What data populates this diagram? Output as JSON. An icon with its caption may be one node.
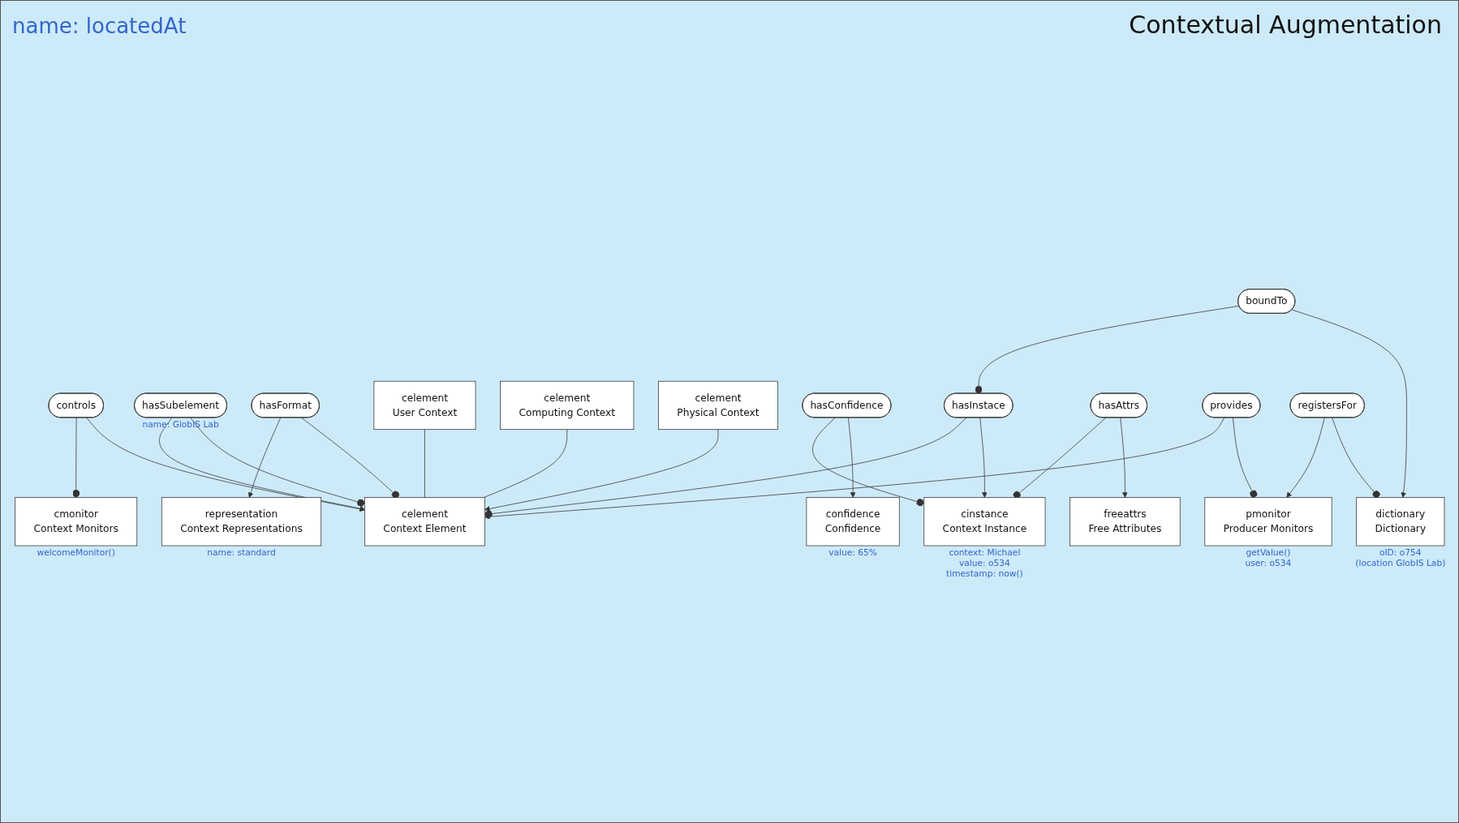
{
  "diagram": {
    "title": "Contextual Augmentation",
    "nodes": [
      {
        "text": [
          "cmonitor",
          "Context Monitors"
        ],
        "beside": [
          "welcomeMonitor()"
        ]
      },
      {
        "text": [
          "representation",
          "Context Representations"
        ],
        "beside": [
          "name: standard"
        ]
      },
      {
        "text": [
          "controls"
        ]
      },
      {
        "text": [
          "hasSubelement"
        ],
        "beside": [
          "name: GlobIS Lab"
        ]
      },
      {
        "text": [
          "hasFormat"
        ]
      },
      {
        "text": [
          "celement",
          "User Context"
        ]
      },
      {
        "text": [
          "celement",
          "Computing Context"
        ]
      },
      {
        "text": [
          "celement",
          "Physical Context"
        ]
      },
      {
        "text": [
          "hasConfidence"
        ]
      },
      {
        "text": [
          "confidence",
          "Confidence"
        ],
        "beside": [
          "value: 65%"
        ]
      },
      {
        "text": [
          "celement",
          "Context Element"
        ]
      },
      {
        "text": [
          "hasInstace"
        ]
      },
      {
        "text": [
          "cinstance",
          "Context Instance"
        ],
        "beside": [
          "context: Michael",
          "value: o534",
          "timestamp: now()"
        ]
      },
      {
        "text": [
          "hasAttrs"
        ]
      },
      {
        "text": [
          "freeattrs",
          "Free Attributes"
        ]
      },
      {
        "text": [
          "provides"
        ]
      },
      {
        "text": [
          "boundTo"
        ]
      },
      {
        "text": [
          "pmonitor",
          "Producer Monitors"
        ],
        "beside": [
          "getValue()",
          "user: o534"
        ]
      },
      {
        "text": [
          "registersFor"
        ]
      },
      {
        "text": [
          "dictionary",
          "Dictionary"
        ],
        "beside": [
          "oID: o754",
          "(location GlobIS Lab)"
        ]
      }
    ],
    "edges": [
      {
        "from": 2,
        "to": 0,
        "arrow": "other"
      },
      {
        "from": 2,
        "to": 10,
        "arrow": "to"
      },
      {
        "from": 3,
        "to": 10,
        "arrow": "to"
      },
      {
        "from": 3,
        "to": 10,
        "arrow": "other"
      },
      {
        "from": 4,
        "to": 1,
        "arrow": "to"
      },
      {
        "from": 4,
        "to": 10,
        "arrow": "other"
      },
      {
        "from": 5,
        "to": 10,
        "arrow": "none"
      },
      {
        "from": 6,
        "to": 10,
        "arrow": "none"
      },
      {
        "from": 7,
        "to": 10,
        "arrow": "to"
      },
      {
        "from": 11,
        "to": 10,
        "arrow": "other"
      },
      {
        "from": 11,
        "to": 12,
        "arrow": "to"
      },
      {
        "from": 8,
        "to": 12,
        "arrow": "other"
      },
      {
        "from": 8,
        "to": 9,
        "arrow": "to"
      },
      {
        "from": 13,
        "to": 12,
        "arrow": "other"
      },
      {
        "from": 13,
        "to": 14,
        "arrow": "to"
      },
      {
        "from": 15,
        "to": 10,
        "arrow": "to"
      },
      {
        "from": 15,
        "to": 17,
        "arrow": "other"
      },
      {
        "from": 16,
        "to": 11,
        "arrow": "other"
      },
      {
        "from": 16,
        "to": 19,
        "arrow": "to"
      },
      {
        "from": 18,
        "to": 17,
        "arrow": "to"
      },
      {
        "from": 18,
        "to": 19,
        "arrow": "other"
      }
    ],
    "labels": [
      "name: locatedAt"
    ]
  }
}
